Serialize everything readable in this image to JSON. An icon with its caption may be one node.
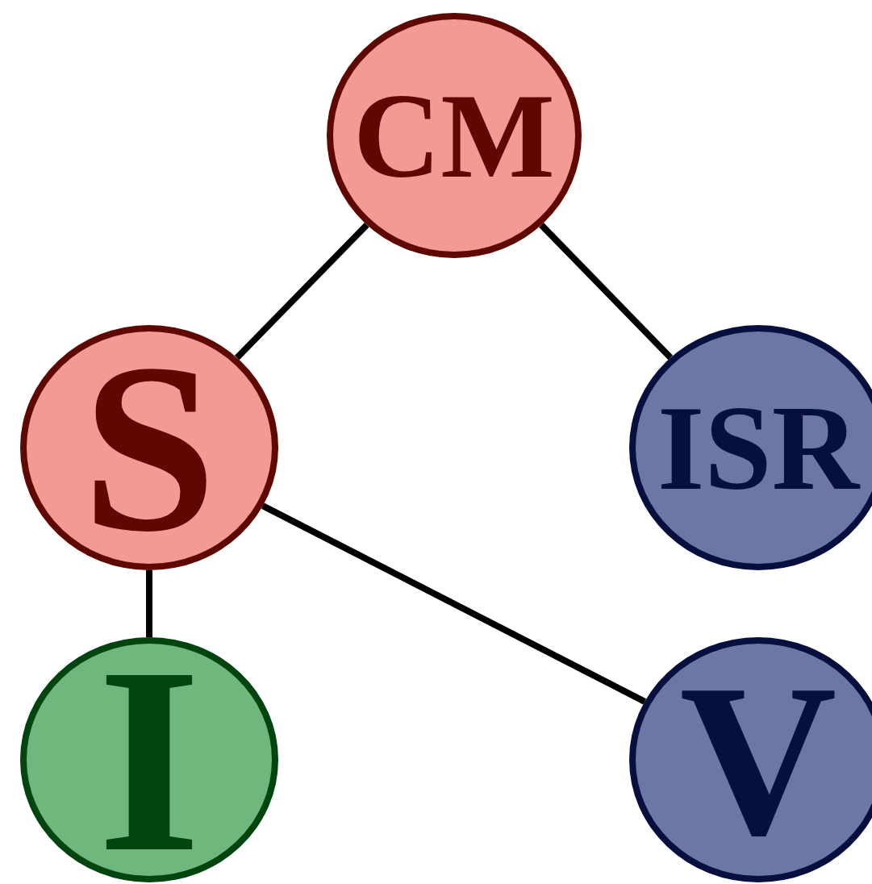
{
  "diagram": {
    "nodes": [
      {
        "text": [
          "CM"
        ]
      },
      {
        "text": [
          "S"
        ]
      },
      {
        "text": [
          "ISR"
        ]
      },
      {
        "text": [
          "I"
        ]
      },
      {
        "text": [
          "V"
        ]
      }
    ],
    "edges": [
      {
        "from": 1,
        "to": 0,
        "arrow": "none"
      },
      {
        "from": 0,
        "to": 2,
        "arrow": "none"
      },
      {
        "from": 1,
        "to": 3,
        "arrow": "none"
      },
      {
        "from": 1,
        "to": 4,
        "arrow": "none"
      }
    ]
  }
}
